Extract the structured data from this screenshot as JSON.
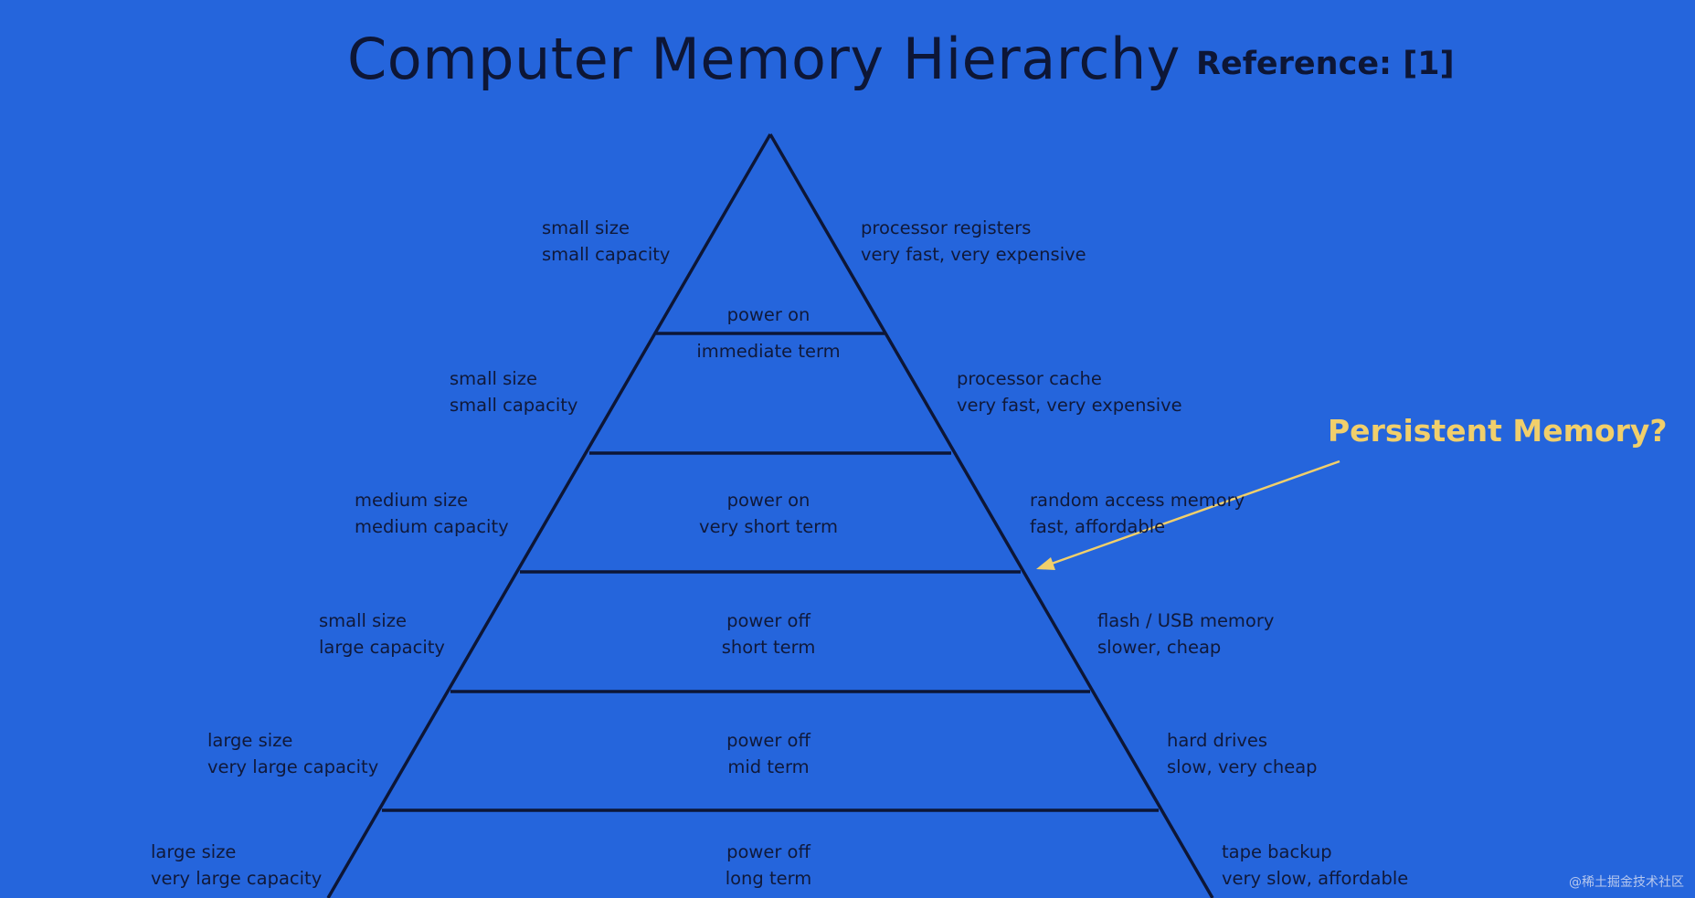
{
  "slide": {
    "title": "Computer Memory Hierarchy",
    "reference": "Reference: [1]",
    "callout": "Persistent Memory?",
    "watermark": "@稀土掘金技术社区"
  },
  "levels": [
    {
      "left": [
        "small size",
        "small capacity"
      ],
      "right": [
        "processor registers",
        "very fast, very expensive"
      ],
      "center": [
        "power on",
        "immediate term"
      ]
    },
    {
      "left": [
        "small size",
        "small capacity"
      ],
      "right": [
        "processor cache",
        "very fast, very expensive"
      ],
      "center": []
    },
    {
      "left": [
        "medium size",
        "medium capacity"
      ],
      "right": [
        "random access memory",
        "fast, affordable"
      ],
      "center": [
        "power on",
        "very short term"
      ]
    },
    {
      "left": [
        "small size",
        "large capacity"
      ],
      "right": [
        "flash / USB memory",
        "slower, cheap"
      ],
      "center": [
        "power off",
        "short term"
      ]
    },
    {
      "left": [
        "large size",
        "very large capacity"
      ],
      "right": [
        "hard drives",
        "slow, very cheap"
      ],
      "center": [
        "power off",
        "mid term"
      ]
    },
    {
      "left": [
        "large size",
        "very large capacity"
      ],
      "right": [
        "tape backup",
        "very slow, affordable"
      ],
      "center": [
        "power off",
        "long term"
      ]
    }
  ],
  "colors": {
    "background": "#2565dc",
    "lines": "#0d1636",
    "text": "#10193a",
    "callout": "#f1cf6b"
  }
}
